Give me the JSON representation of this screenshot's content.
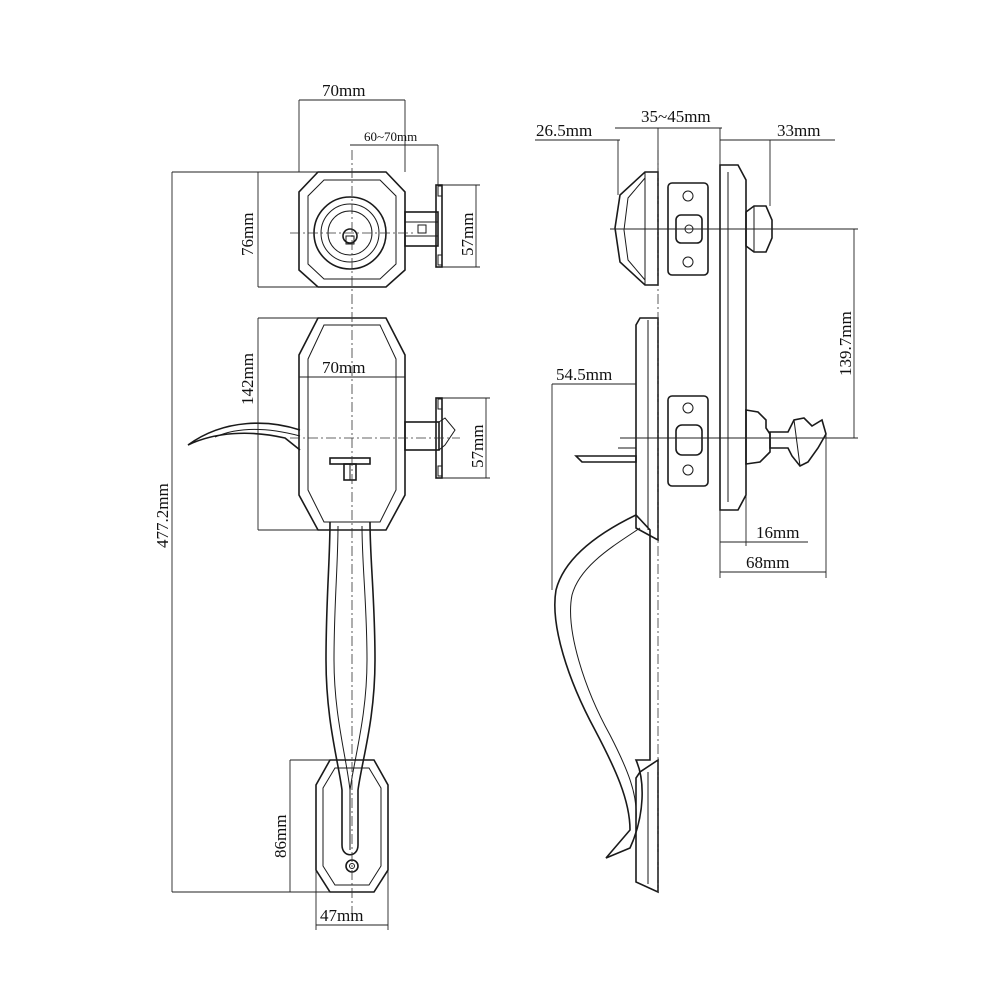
{
  "dimensions": {
    "deadbolt_width": "70mm",
    "backset_deadbolt": "60~70mm",
    "deadbolt_height": "76mm",
    "deadbolt_latch": "57mm",
    "escutcheon_height": "142mm",
    "escutcheon_width": "70mm",
    "handle_latch": "57mm",
    "total_height": "477.2mm",
    "bottom_height": "86mm",
    "bottom_width": "47mm",
    "interior_26_5": "26.5mm",
    "door_thickness": "35~45mm",
    "interior_33": "33mm",
    "spacing_139_7": "139.7mm",
    "handle_proj": "54.5mm",
    "knob_16": "16mm",
    "knob_68": "68mm"
  }
}
